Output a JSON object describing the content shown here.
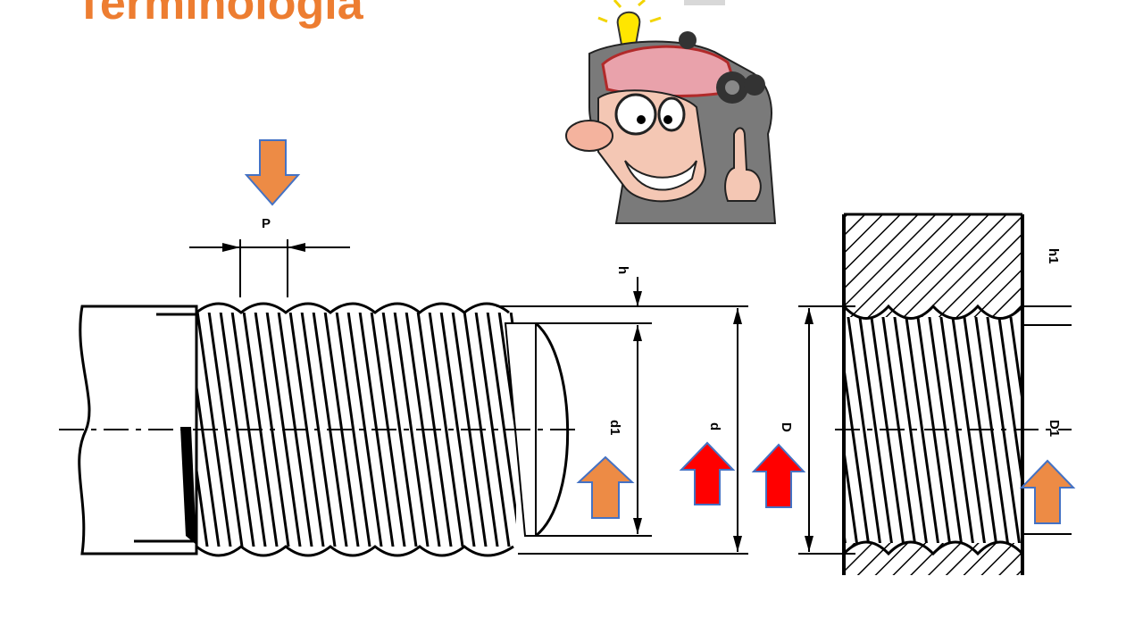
{
  "slide": {
    "title": "Terminologia"
  },
  "diagram": {
    "labels": {
      "pitch": "P",
      "thread_depth": "h",
      "minor_diameter": "d1",
      "major_diameter": "d",
      "nut_major_diameter": "D",
      "nut_thread_depth": "h1",
      "nut_minor_diameter": "D1"
    },
    "illustration": "cartoon-inventor-with-lightbulb",
    "colors": {
      "title": "#ED7D31",
      "orange_arrow": "#ED8B45",
      "red_arrow": "#FF0000",
      "line": "#000000"
    }
  }
}
